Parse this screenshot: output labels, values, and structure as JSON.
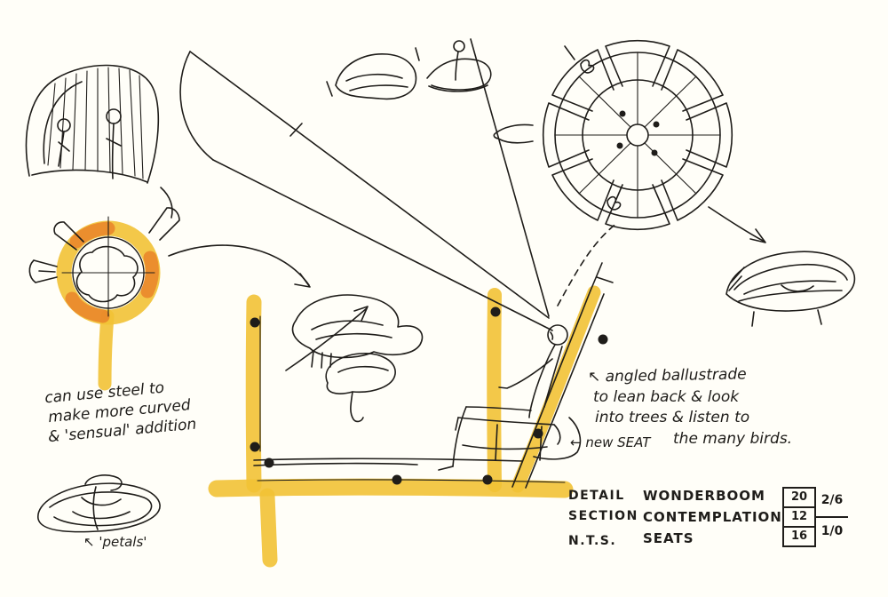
{
  "colors": {
    "ink": "#1f1d1a",
    "marker_yellow": "#f2c235",
    "marker_orange": "#e98429",
    "paper": "#fffef8"
  },
  "notes": {
    "steel": [
      "can use steel to",
      "make more curved",
      "& 'sensual' addition"
    ],
    "petals": "↖ 'petals'",
    "balustrade": [
      "↖ angled ballustrade",
      "to lean back & look",
      "into trees & listen to",
      "the many birds."
    ],
    "new_seat": "← new SEAT"
  },
  "title_block": {
    "drawing": [
      "DETAIL",
      "SECTION",
      "N.T.S."
    ],
    "project": [
      "WONDERBOOM",
      "CONTEMPLATION",
      "SEATS"
    ],
    "date": [
      "20",
      "12",
      "16"
    ],
    "sheet": [
      "2/6",
      "1/0"
    ]
  }
}
